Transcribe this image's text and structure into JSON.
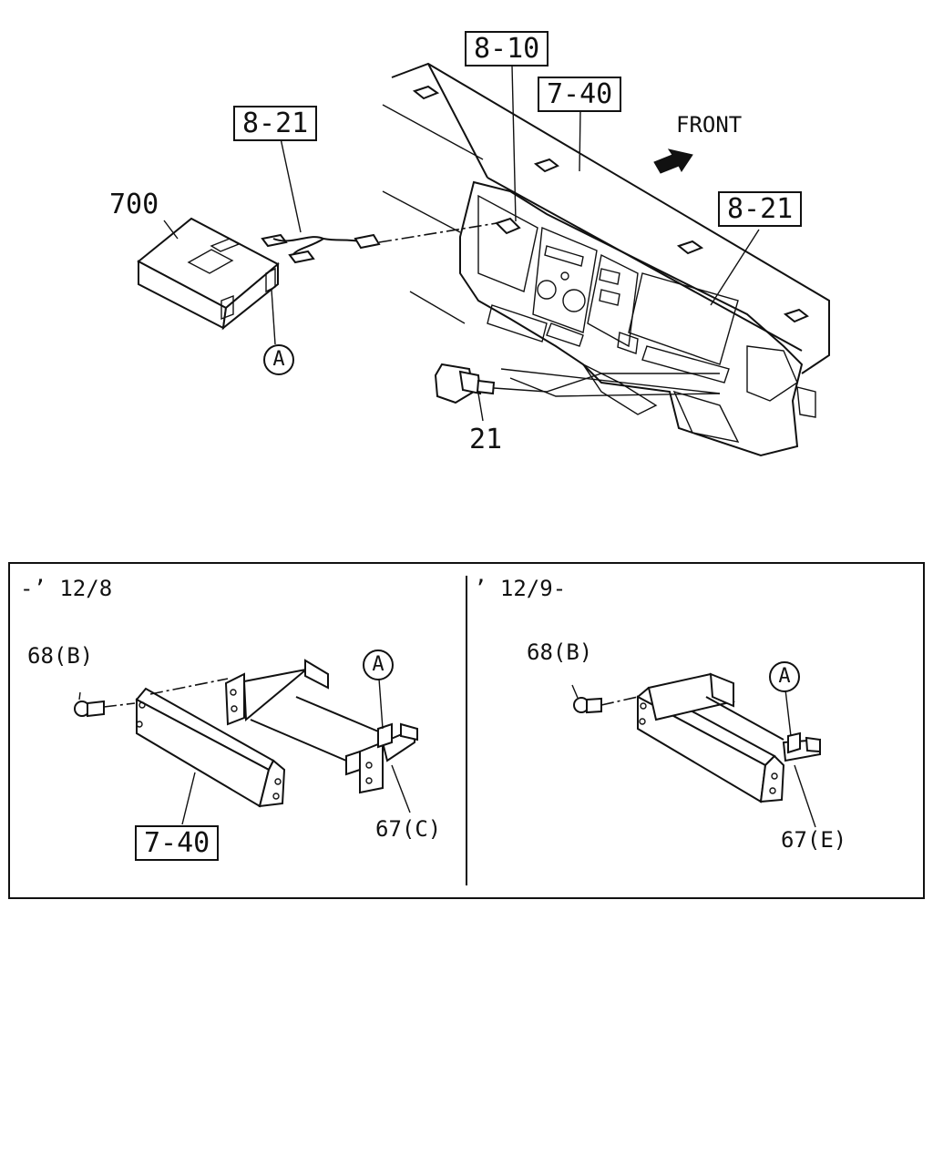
{
  "top_view": {
    "ref_8_10": "8-10",
    "ref_7_40": "7-40",
    "ref_8_21_left": "8-21",
    "ref_8_21_right": "8-21",
    "front_label": "FRONT",
    "part_700": "700",
    "part_21": "21",
    "callout_a": "A"
  },
  "inset_left": {
    "period": "-’ 12/8",
    "bolt": "68(B)",
    "callout_a": "A",
    "bracket": "67(C)",
    "ref_7_40": "7-40"
  },
  "inset_right": {
    "period": "’ 12/9-",
    "bolt": "68(B)",
    "callout_a": "A",
    "bracket": "67(E)"
  }
}
